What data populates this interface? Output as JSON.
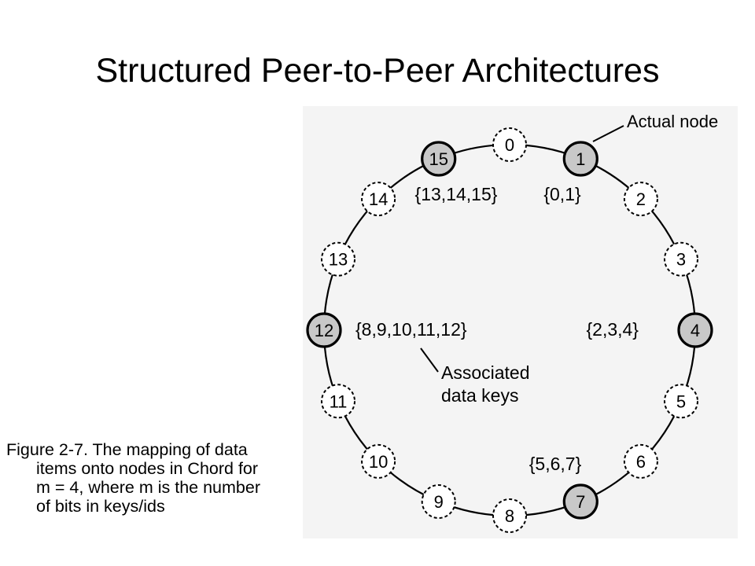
{
  "slide": {
    "title": "Structured Peer-to-Peer Architectures"
  },
  "diagram": {
    "nodes": [
      {
        "id": "0",
        "actual": false
      },
      {
        "id": "1",
        "actual": true
      },
      {
        "id": "2",
        "actual": false
      },
      {
        "id": "3",
        "actual": false
      },
      {
        "id": "4",
        "actual": true
      },
      {
        "id": "5",
        "actual": false
      },
      {
        "id": "6",
        "actual": false
      },
      {
        "id": "7",
        "actual": true
      },
      {
        "id": "8",
        "actual": false
      },
      {
        "id": "9",
        "actual": false
      },
      {
        "id": "10",
        "actual": false
      },
      {
        "id": "11",
        "actual": false
      },
      {
        "id": "12",
        "actual": true
      },
      {
        "id": "13",
        "actual": false
      },
      {
        "id": "14",
        "actual": false
      },
      {
        "id": "15",
        "actual": true
      }
    ],
    "key_sets": {
      "node1": "{0,1}",
      "node4": "{2,3,4}",
      "node7": "{5,6,7}",
      "node12": "{8,9,10,11,12}",
      "node15": "{13,14,15}"
    },
    "callouts": {
      "actual_node": "Actual node",
      "associated_line1": "Associated",
      "associated_line2": "data keys"
    },
    "colors": {
      "actual_fill": "#c8c8c8",
      "virtual_fill": "#ffffff",
      "stroke": "#000000",
      "panel_bg": "#f4f4f4"
    }
  },
  "caption": {
    "line1": "Figure 2-7. The mapping of data",
    "line2": "items onto nodes in Chord for",
    "line3": "m = 4, where m is the number",
    "line4": "of bits in keys/ids"
  }
}
